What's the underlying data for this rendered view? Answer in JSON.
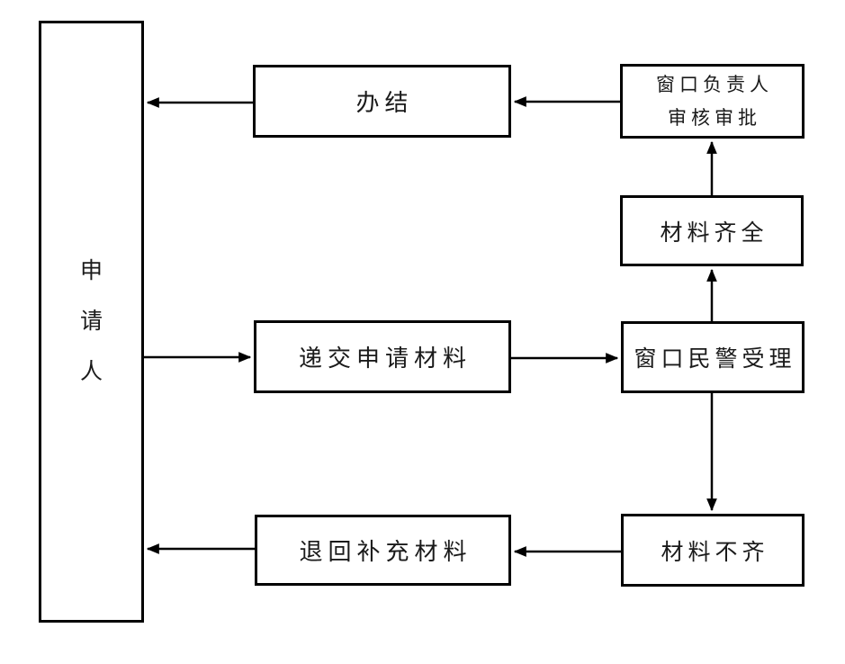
{
  "diagram": {
    "type": "flowchart",
    "colors": {
      "line": "#000000",
      "background": "#ffffff",
      "box_fill": "#ffffff"
    },
    "nodes": {
      "applicant": {
        "label": "申请人",
        "chars": [
          "申",
          "请",
          "人"
        ]
      },
      "complete": {
        "label": "办结"
      },
      "supervisor": {
        "line1": "窗口负责人",
        "line2": "审核审批"
      },
      "materials_complete": {
        "label": "材料齐全"
      },
      "submit": {
        "label": "递交申请材料"
      },
      "window_police": {
        "label": "窗口民警受理"
      },
      "return_supplement": {
        "label": "退回补充材料"
      },
      "materials_incomplete": {
        "label": "材料不齐"
      }
    },
    "edges": [
      {
        "from": "complete",
        "to": "applicant"
      },
      {
        "from": "supervisor",
        "to": "complete"
      },
      {
        "from": "materials_complete",
        "to": "supervisor"
      },
      {
        "from": "window_police",
        "to": "materials_complete"
      },
      {
        "from": "applicant",
        "to": "submit"
      },
      {
        "from": "submit",
        "to": "window_police"
      },
      {
        "from": "window_police",
        "to": "materials_incomplete"
      },
      {
        "from": "materials_incomplete",
        "to": "return_supplement"
      },
      {
        "from": "return_supplement",
        "to": "applicant"
      }
    ]
  }
}
